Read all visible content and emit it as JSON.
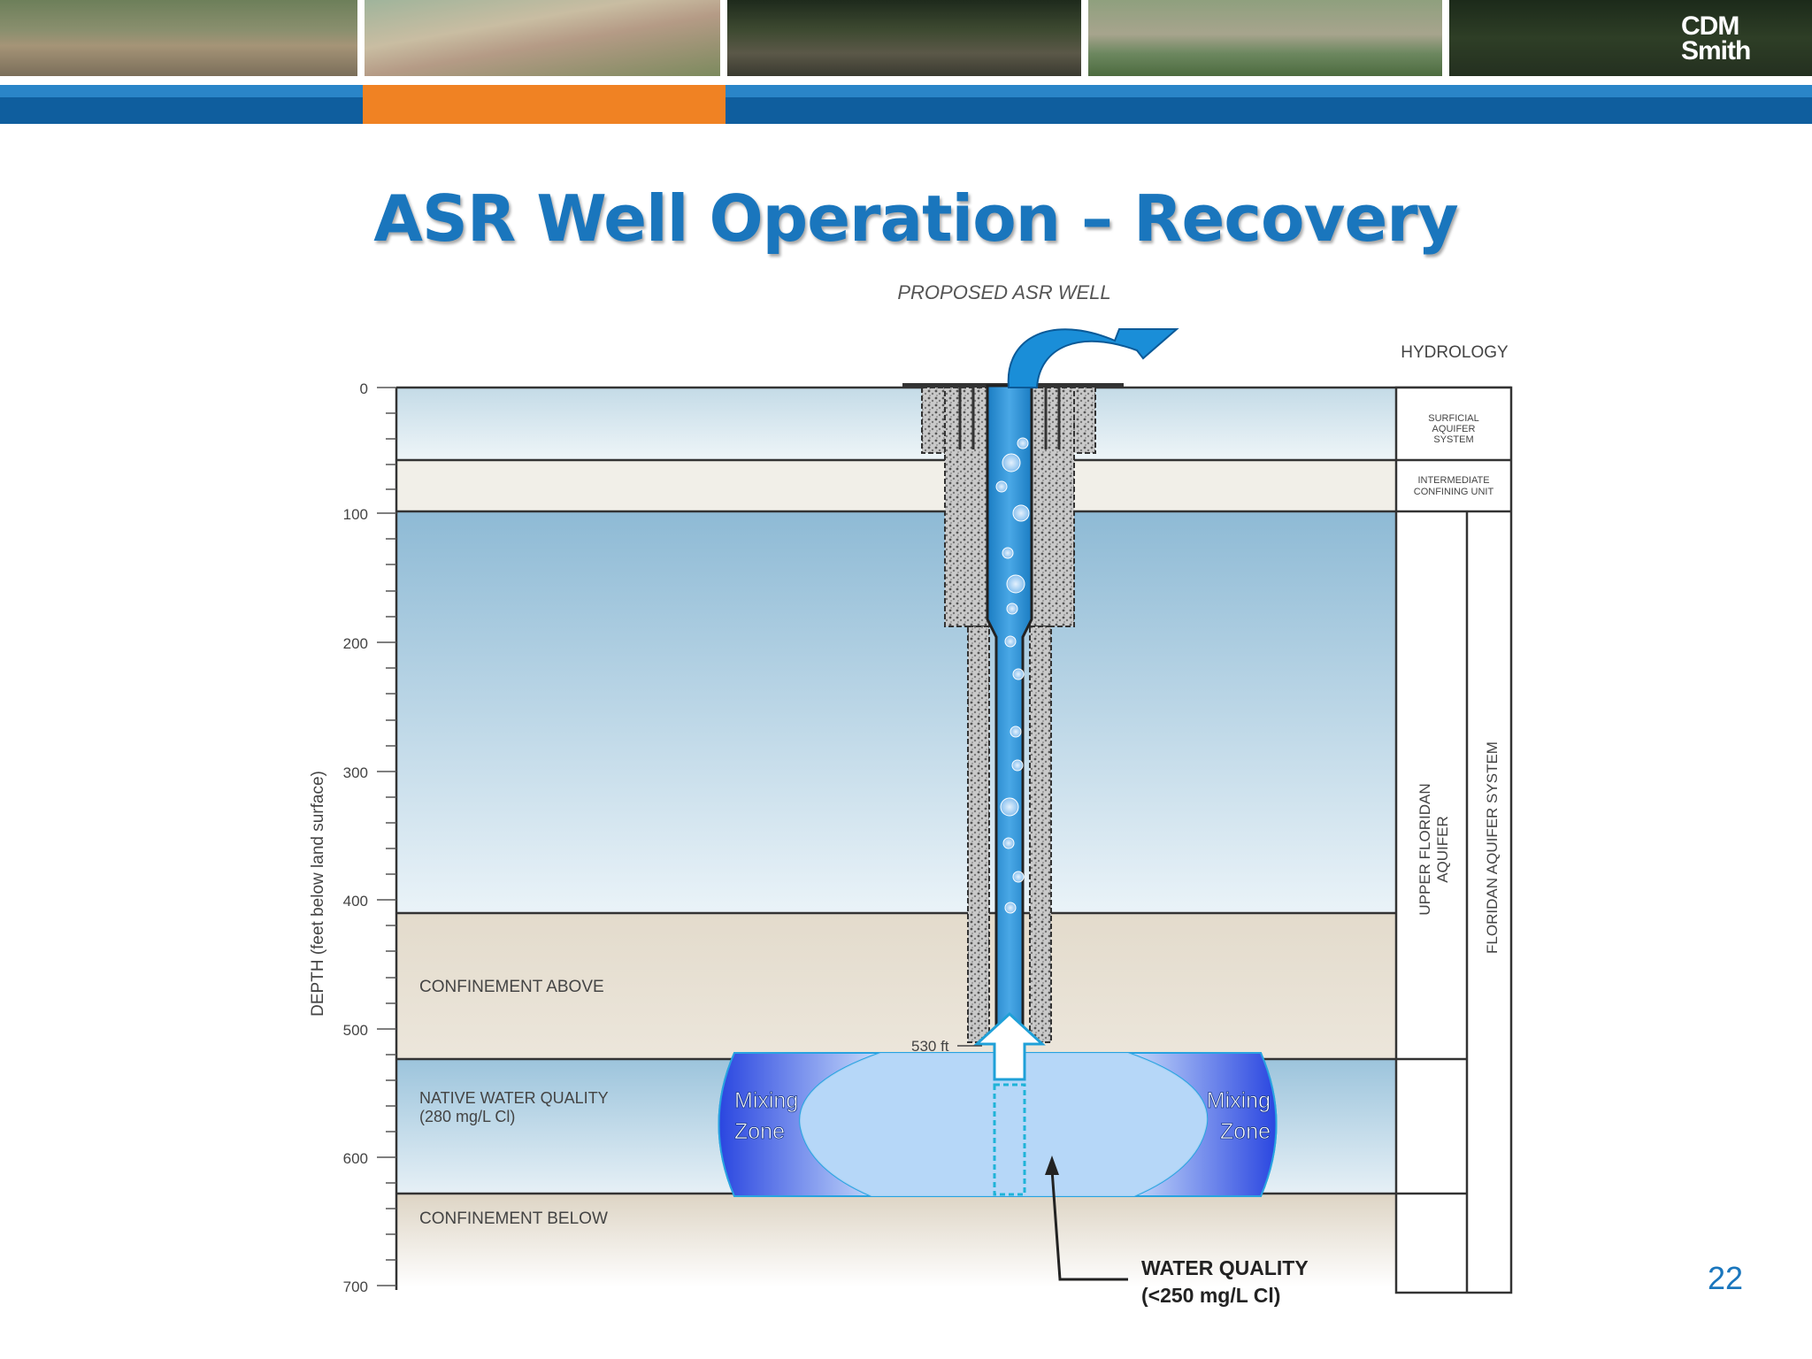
{
  "slide": {
    "title": "ASR Well Operation – Recovery",
    "page_number": "22",
    "logo": {
      "line1": "CDM",
      "line2": "Smith"
    },
    "colors": {
      "title": "#1a76bd",
      "banner_blue": "#0f5e9e",
      "banner_orange": "#f08223"
    }
  },
  "diagram": {
    "well_label": "PROPOSED ASR WELL",
    "hydrology_header": "HYDROLOGY",
    "y_axis": {
      "label": "DEPTH (feet below land surface)",
      "ticks": [
        "0",
        "100",
        "200",
        "300",
        "400",
        "500",
        "600",
        "700"
      ]
    },
    "layer_labels": {
      "confinement_above": "CONFINEMENT ABOVE",
      "native_water_line1": "NATIVE WATER QUALITY",
      "native_water_line2": "(280 mg/L Cl)",
      "confinement_below": "CONFINEMENT BELOW"
    },
    "depth_marker": "530 ft",
    "mixing_zone_left": {
      "line1": "Mixing",
      "line2": "Zone"
    },
    "mixing_zone_right": {
      "line1": "Mixing",
      "line2": "Zone"
    },
    "water_quality": {
      "line1": "WATER QUALITY",
      "line2": "(<250 mg/L Cl)"
    },
    "hydrology_units": {
      "surficial": [
        "SURFICIAL",
        "AQUIFER",
        "SYSTEM"
      ],
      "intermediate": [
        "INTERMEDIATE",
        "CONFINING UNIT"
      ],
      "upper_floridan": [
        "UPPER FLORIDAN",
        "AQUIFER"
      ],
      "floridan_system": "FLORIDAN AQUIFER SYSTEM"
    }
  }
}
